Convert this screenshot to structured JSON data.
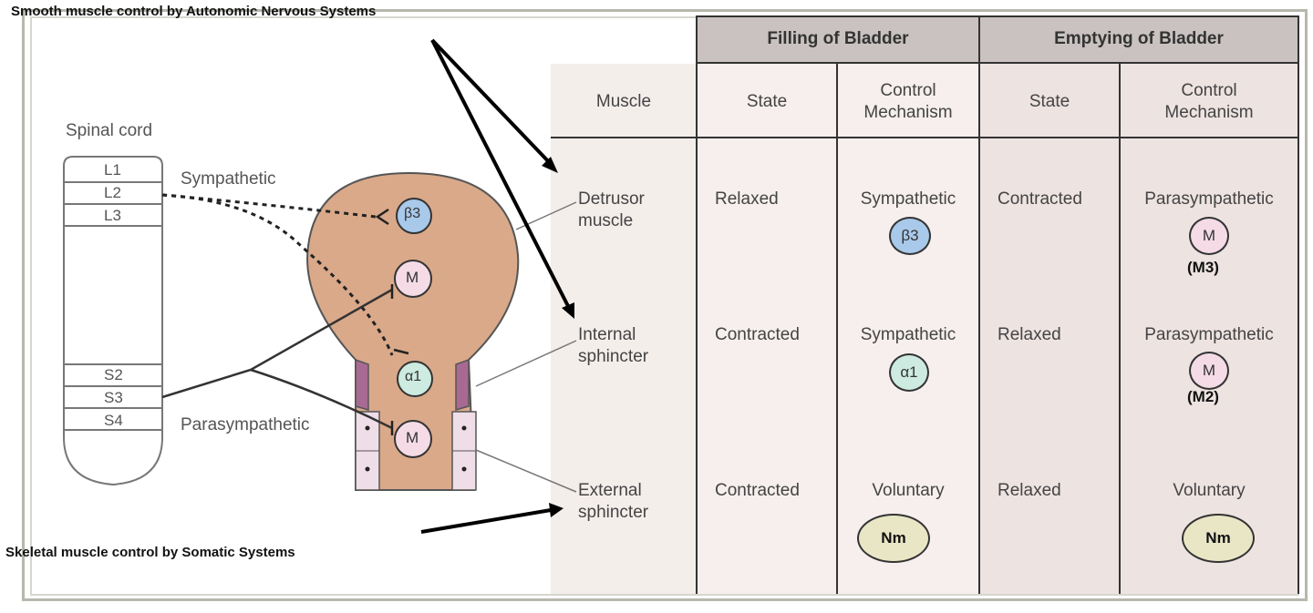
{
  "annotations": {
    "top": "Smooth muscle control by Autonomic Nervous Systems",
    "bottom": "Skeletal muscle control by Somatic Systems"
  },
  "diagram": {
    "spinal_cord_label": "Spinal cord",
    "segments_top": [
      "L1",
      "L2",
      "L3"
    ],
    "segments_bottom": [
      "S2",
      "S3",
      "S4"
    ],
    "sympathetic_label": "Sympathetic",
    "parasympathetic_label": "Parasympathetic",
    "receptors": {
      "beta": "β3",
      "m_upper": "M",
      "alpha": "α1",
      "m_lower": "M"
    }
  },
  "table": {
    "group_headers": [
      "Filling of Bladder",
      "Emptying of Bladder"
    ],
    "col_headers": {
      "muscle": "Muscle",
      "fill_state": "State",
      "fill_control": [
        "Control",
        "Mechanism"
      ],
      "empty_state": "State",
      "empty_control": [
        "Control",
        "Mechanism"
      ]
    },
    "rows": [
      {
        "muscle": [
          "Detrusor",
          "muscle"
        ],
        "fill_state": "Relaxed",
        "fill_control": "Sympathetic",
        "fill_badge": "β3",
        "empty_state": "Contracted",
        "empty_control": "Parasympathetic",
        "empty_badge": "M",
        "empty_sub": "(M3)"
      },
      {
        "muscle": [
          "Internal",
          "sphincter"
        ],
        "fill_state": "Contracted",
        "fill_control": "Sympathetic",
        "fill_badge": "α1",
        "empty_state": "Relaxed",
        "empty_control": "Parasympathetic",
        "empty_badge": "M",
        "empty_sub": "(M2)"
      },
      {
        "muscle": [
          "External",
          "sphincter"
        ],
        "fill_state": "Contracted",
        "fill_control": "Voluntary",
        "fill_badge": "Nm",
        "empty_state": "Relaxed",
        "empty_control": "Voluntary",
        "empty_badge": "Nm"
      }
    ]
  },
  "colors": {
    "header_bg": "#c9c2c0",
    "bladder": "#d9a98a",
    "sphincter_purple": "#a86a92",
    "beta_badge": "#a9c9ea",
    "m_badge": "#f4dbe6",
    "alpha_badge": "#cdebe0",
    "nm_badge": "#e9e6c6"
  }
}
